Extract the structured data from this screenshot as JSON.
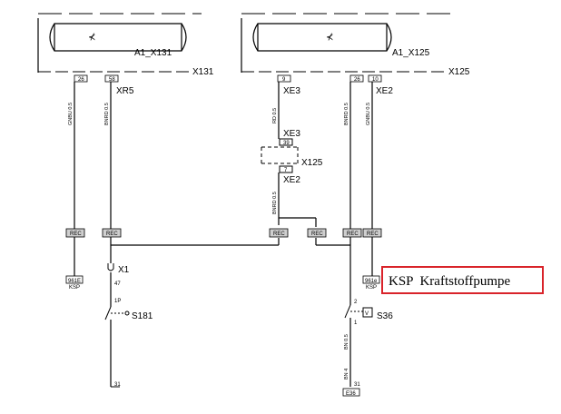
{
  "components": {
    "left_device": "A1_X131",
    "right_device": "A1_X125",
    "left_connector": "X131",
    "right_connector": "X125",
    "mid_connector": "X125"
  },
  "pins": {
    "p26_left": "26",
    "p58": "58",
    "p9": "9",
    "p26_right": "26",
    "p10": "10",
    "p39": "39",
    "p7": "7",
    "p47": "47",
    "p1P": "1P",
    "p2": "2",
    "p1": "1",
    "p31_left": "31",
    "p31_right": "31"
  },
  "connectors": {
    "xr5": "XR5",
    "xe3_top": "XE3",
    "xe2_top": "XE2",
    "xe3_mid": "XE3",
    "xe2_mid": "XE2",
    "x1": "X1"
  },
  "wires": {
    "gnbu_left": "GNBU 0.5",
    "bnrd_left": "BNRD 0.5",
    "rd": "RD 0.5",
    "bnrd_right": "BNRD 0.5",
    "gnbu_right": "GNBU 0.5",
    "bnrd_mid": "BNRD 0.5",
    "bn_lower": "BN 0.5",
    "bn4": "BN 4"
  },
  "rec_label": "REC",
  "splice_labels": {
    "left": "961E",
    "right": "961e",
    "ground": "E36"
  },
  "ksp_label": "KSP",
  "switches": {
    "s181": "S181",
    "s36": "S36",
    "s36_symbol": "V"
  },
  "callout": {
    "text": "KSP  Kraftstoffpumpe",
    "border_color": "#d9232a"
  },
  "colors": {
    "line": "#000000",
    "rec_fill": "#cfcfcf"
  }
}
